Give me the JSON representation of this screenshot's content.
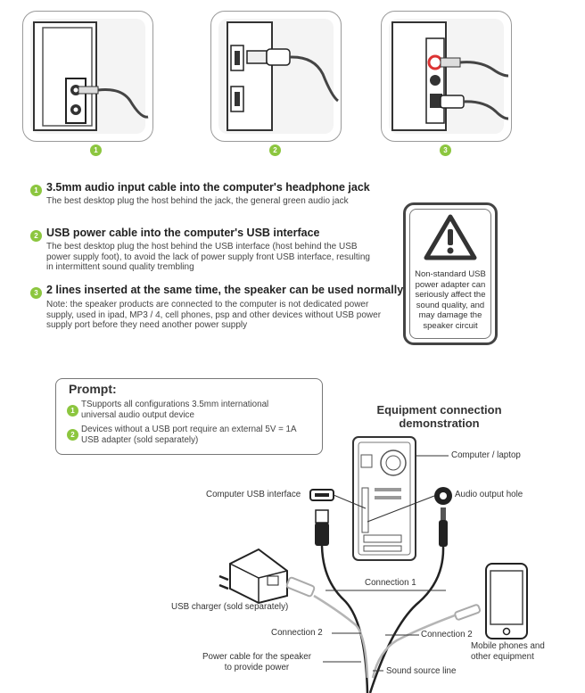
{
  "steps": [
    {
      "number": "1",
      "title": "3.5mm audio input cable into the computer's headphone jack",
      "description": [
        "The best desktop plug the host behind the jack, the general green audio jack"
      ]
    },
    {
      "number": "2",
      "title": "USB power cable into the computer's USB interface",
      "description": [
        "The best desktop plug the host behind the USB interface (host behind the USB",
        "power supply foot), to avoid the lack of power supply front USB interface, resulting",
        "in intermittent sound quality trembling"
      ]
    },
    {
      "number": "3",
      "title": "2 lines inserted at the same time, the speaker can be used normally!",
      "description": [
        "Note: the speaker products are connected to the computer is not dedicated power",
        "supply, used in ipad, MP3 / 4, cell phones, psp and other devices without USB power",
        "supply port before they need another power supply"
      ]
    }
  ],
  "panels": [
    {
      "number": "1"
    },
    {
      "number": "2"
    },
    {
      "number": "3"
    }
  ],
  "warning": {
    "lines": [
      "Non-standard USB",
      "power adapter can",
      "seriously affect the",
      "sound quality, and",
      "may damage the",
      "speaker circuit"
    ]
  },
  "prompt": {
    "title": "Prompt:",
    "items": [
      {
        "number": "1",
        "lines": [
          "TSupports all configurations 3.5mm international",
          "universal audio output device"
        ]
      },
      {
        "number": "2",
        "lines": [
          "Devices without a USB port require an external 5V = 1A",
          "USB adapter (sold separately)"
        ]
      }
    ]
  },
  "diagram": {
    "title_line1": "Equipment connection",
    "title_line2": "demonstration",
    "computer_label": "Computer / laptop",
    "usb_interface_label": "Computer USB interface",
    "audio_output_label": "Audio output hole",
    "usb_charger_label": "USB charger (sold separately)",
    "connection1_label": "Connection 1",
    "connection2_left_label": "Connection 2",
    "connection2_right_label": "Connection 2",
    "mobile_label_line1": "Mobile phones and",
    "mobile_label_line2": "other equipment",
    "power_cable_label_line1": "Power cable for the speaker",
    "power_cable_label_line2": "to provide power",
    "sound_source_label": "Sound source line"
  },
  "colors": {
    "accent_green": "#8cc63f",
    "line_dark": "#222222",
    "line_gray": "#b5b5b5"
  }
}
